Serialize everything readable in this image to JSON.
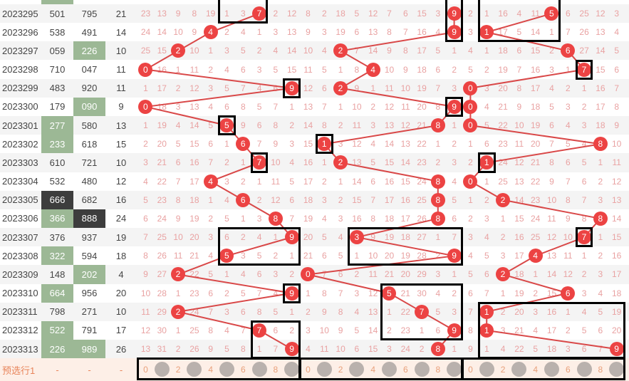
{
  "colors": {
    "ball": "#ec4343",
    "line": "#d94848",
    "group3": "#9cb895",
    "triple": "#3d3d3d",
    "omission": "#e9a2a2"
  },
  "rows": [
    {
      "issue": "2023295",
      "n1": "501",
      "n2": "795",
      "sum": "21",
      "hl1": "",
      "hl2": "",
      "z": [
        [
          23,
          13,
          9,
          8,
          19,
          1,
          3,
          0,
          2,
          12
        ],
        [
          8,
          2,
          18,
          5,
          12,
          7,
          6,
          15,
          3,
          0
        ],
        [
          2,
          1,
          16,
          4,
          11,
          0,
          6,
          25,
          12,
          3
        ]
      ]
    },
    {
      "issue": "2023296",
      "n1": "538",
      "n2": "491",
      "sum": "14",
      "hl1": "",
      "hl2": "",
      "z": [
        [
          24,
          14,
          10,
          9,
          0,
          2,
          4,
          1,
          3,
          13
        ],
        [
          9,
          3,
          19,
          6,
          13,
          8,
          7,
          16,
          4,
          0
        ],
        [
          3,
          0,
          17,
          5,
          14,
          1,
          7,
          26,
          13,
          4
        ]
      ]
    },
    {
      "issue": "2023297",
      "n1": "059",
      "n2": "226",
      "sum": "10",
      "hl1": "",
      "hl2": "g",
      "z": [
        [
          25,
          15,
          0,
          10,
          1,
          3,
          5,
          2,
          4,
          14
        ],
        [
          10,
          4,
          0,
          7,
          14,
          9,
          8,
          17,
          5,
          1
        ],
        [
          4,
          1,
          18,
          6,
          15,
          2,
          0,
          27,
          14,
          5
        ]
      ]
    },
    {
      "issue": "2023298",
      "n1": "710",
      "n2": "047",
      "sum": "11",
      "hl1": "",
      "hl2": "",
      "z": [
        [
          0,
          16,
          1,
          11,
          2,
          4,
          6,
          3,
          5,
          15
        ],
        [
          11,
          5,
          1,
          8,
          0,
          10,
          9,
          18,
          6,
          2
        ],
        [
          5,
          2,
          19,
          7,
          16,
          3,
          1,
          0,
          15,
          6
        ]
      ]
    },
    {
      "issue": "2023299",
      "n1": "483",
      "n2": "920",
      "sum": "11",
      "hl1": "",
      "hl2": "",
      "z": [
        [
          1,
          17,
          2,
          12,
          3,
          5,
          7,
          4,
          6,
          0
        ],
        [
          12,
          6,
          0,
          9,
          1,
          11,
          10,
          19,
          7,
          3
        ],
        [
          0,
          3,
          20,
          8,
          17,
          4,
          2,
          1,
          16,
          7
        ]
      ]
    },
    {
      "issue": "2023300",
      "n1": "179",
      "n2": "090",
      "sum": "9",
      "hl1": "",
      "hl2": "g",
      "z": [
        [
          0,
          18,
          3,
          13,
          4,
          6,
          8,
          5,
          7,
          1
        ],
        [
          13,
          7,
          1,
          10,
          2,
          12,
          11,
          20,
          8,
          0
        ],
        [
          0,
          4,
          21,
          9,
          18,
          5,
          3,
          2,
          17,
          8
        ]
      ]
    },
    {
      "issue": "2023301",
      "n1": "277",
      "n2": "580",
      "sum": "13",
      "hl1": "g",
      "hl2": "",
      "z": [
        [
          1,
          19,
          4,
          14,
          5,
          0,
          9,
          6,
          8,
          2
        ],
        [
          14,
          8,
          2,
          11,
          3,
          13,
          12,
          21,
          0,
          1
        ],
        [
          0,
          5,
          22,
          10,
          19,
          6,
          4,
          3,
          18,
          9
        ]
      ]
    },
    {
      "issue": "2023302",
      "n1": "233",
      "n2": "618",
      "sum": "15",
      "hl1": "g",
      "hl2": "",
      "z": [
        [
          2,
          20,
          5,
          15,
          6,
          1,
          0,
          7,
          9,
          3
        ],
        [
          15,
          0,
          3,
          12,
          4,
          14,
          13,
          22,
          1,
          2
        ],
        [
          1,
          6,
          23,
          11,
          20,
          7,
          5,
          4,
          0,
          10
        ]
      ]
    },
    {
      "issue": "2023303",
      "n1": "610",
      "n2": "721",
      "sum": "10",
      "hl1": "",
      "hl2": "",
      "z": [
        [
          3,
          21,
          6,
          16,
          7,
          2,
          1,
          0,
          10,
          4
        ],
        [
          16,
          1,
          0,
          13,
          5,
          15,
          14,
          23,
          2,
          3
        ],
        [
          2,
          0,
          24,
          12,
          21,
          8,
          6,
          5,
          1,
          11
        ]
      ]
    },
    {
      "issue": "2023304",
      "n1": "532",
      "n2": "480",
      "sum": "12",
      "hl1": "",
      "hl2": "",
      "z": [
        [
          4,
          22,
          7,
          17,
          0,
          3,
          2,
          1,
          11,
          5
        ],
        [
          17,
          2,
          1,
          14,
          6,
          16,
          15,
          24,
          0,
          4
        ],
        [
          0,
          1,
          25,
          13,
          22,
          9,
          7,
          6,
          2,
          12
        ]
      ]
    },
    {
      "issue": "2023305",
      "n1": "666",
      "n2": "682",
      "sum": "16",
      "hl1": "d",
      "hl2": "",
      "z": [
        [
          5,
          23,
          8,
          18,
          1,
          4,
          0,
          2,
          12,
          6
        ],
        [
          18,
          3,
          2,
          15,
          7,
          17,
          16,
          25,
          0,
          5
        ],
        [
          1,
          2,
          0,
          14,
          23,
          10,
          8,
          7,
          3,
          13
        ]
      ]
    },
    {
      "issue": "2023306",
      "n1": "366",
      "n2": "888",
      "sum": "24",
      "hl1": "g",
      "hl2": "d",
      "z": [
        [
          6,
          24,
          9,
          19,
          2,
          5,
          1,
          3,
          0,
          7
        ],
        [
          19,
          4,
          3,
          16,
          8,
          18,
          17,
          26,
          0,
          6
        ],
        [
          2,
          3,
          1,
          15,
          24,
          11,
          9,
          8,
          0,
          14
        ]
      ]
    },
    {
      "issue": "2023307",
      "n1": "376",
      "n2": "937",
      "sum": "19",
      "hl1": "",
      "hl2": "",
      "z": [
        [
          7,
          25,
          10,
          20,
          3,
          6,
          2,
          4,
          1,
          0
        ],
        [
          20,
          5,
          4,
          0,
          9,
          19,
          18,
          27,
          1,
          7
        ],
        [
          3,
          4,
          2,
          16,
          25,
          12,
          10,
          0,
          1,
          15
        ]
      ]
    },
    {
      "issue": "2023308",
      "n1": "322",
      "n2": "594",
      "sum": "18",
      "hl1": "g",
      "hl2": "",
      "z": [
        [
          8,
          26,
          11,
          21,
          4,
          0,
          3,
          5,
          2,
          1
        ],
        [
          21,
          6,
          5,
          1,
          10,
          20,
          19,
          28,
          2,
          0
        ],
        [
          4,
          5,
          3,
          17,
          0,
          13,
          11,
          1,
          2,
          16
        ]
      ]
    },
    {
      "issue": "2023309",
      "n1": "148",
      "n2": "202",
      "sum": "4",
      "hl1": "",
      "hl2": "g",
      "z": [
        [
          9,
          27,
          0,
          22,
          5,
          1,
          4,
          6,
          3,
          2
        ],
        [
          0,
          7,
          6,
          2,
          11,
          21,
          20,
          29,
          3,
          1
        ],
        [
          5,
          6,
          0,
          18,
          1,
          14,
          12,
          2,
          3,
          17
        ]
      ]
    },
    {
      "issue": "2023310",
      "n1": "664",
      "n2": "956",
      "sum": "20",
      "hl1": "g",
      "hl2": "",
      "z": [
        [
          10,
          28,
          1,
          23,
          6,
          2,
          5,
          7,
          4,
          0
        ],
        [
          1,
          8,
          7,
          3,
          12,
          0,
          21,
          30,
          4,
          2
        ],
        [
          6,
          7,
          1,
          19,
          2,
          15,
          0,
          3,
          4,
          18
        ]
      ]
    },
    {
      "issue": "2023311",
      "n1": "798",
      "n2": "271",
      "sum": "10",
      "hl1": "",
      "hl2": "",
      "z": [
        [
          11,
          29,
          0,
          24,
          7,
          3,
          6,
          8,
          5,
          1
        ],
        [
          2,
          9,
          8,
          4,
          13,
          1,
          22,
          0,
          5,
          3
        ],
        [
          7,
          0,
          2,
          20,
          3,
          16,
          1,
          4,
          5,
          19
        ]
      ]
    },
    {
      "issue": "2023312",
      "n1": "522",
      "n2": "791",
      "sum": "17",
      "hl1": "g",
      "hl2": "",
      "z": [
        [
          12,
          30,
          1,
          25,
          8,
          4,
          7,
          0,
          6,
          2
        ],
        [
          3,
          10,
          9,
          5,
          14,
          2,
          23,
          1,
          6,
          0
        ],
        [
          8,
          0,
          3,
          21,
          4,
          17,
          2,
          5,
          6,
          20
        ]
      ]
    },
    {
      "issue": "2023313",
      "n1": "226",
      "n2": "989",
      "sum": "26",
      "hl1": "g",
      "hl2": "g",
      "z": [
        [
          13,
          31,
          2,
          26,
          9,
          5,
          8,
          1,
          7,
          0
        ],
        [
          4,
          11,
          10,
          6,
          15,
          3,
          24,
          2,
          0,
          1
        ],
        [
          9,
          1,
          4,
          22,
          5,
          18,
          3,
          6,
          7,
          0
        ]
      ]
    }
  ],
  "preselect": {
    "label": "预选行1",
    "n1": "-",
    "n2": "-",
    "sum": "-",
    "digits": [
      "0",
      "2",
      "4",
      "6",
      "8"
    ]
  }
}
